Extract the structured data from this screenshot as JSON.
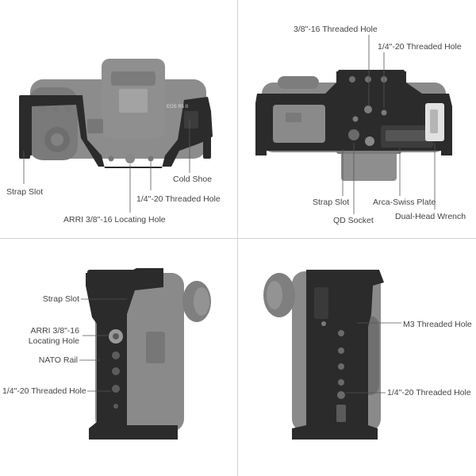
{
  "panels": {
    "top_left": {
      "labels": {
        "strap_slot": "Strap Slot",
        "cold_shoe": "Cold Shoe",
        "quarter_hole": "1/4\"-20 Threaded Hole",
        "arri_hole": "ARRI 3/8\"-16 Locating Hole"
      },
      "camera_badge": "EOS R5 II"
    },
    "top_right": {
      "labels": {
        "three_eighths_hole": "3/8\"-16 Threaded Hole",
        "quarter_hole": "1/4\"-20 Threaded Hole",
        "strap_slot": "Strap Slot",
        "qd_socket": "QD Socket",
        "arca_plate": "Arca-Swiss Plate",
        "dual_wrench": "Dual-Head Wrench"
      }
    },
    "bottom_left": {
      "labels": {
        "strap_slot": "Strap Slot",
        "arri_hole_line1": "ARRI 3/8\"-16",
        "arri_hole_line2": "Locating Hole",
        "nato_rail": "NATO Rail",
        "quarter_hole": "1/4\"-20 Threaded Hole"
      }
    },
    "bottom_right": {
      "labels": {
        "m3_hole": "M3 Threaded Hole",
        "quarter_hole": "1/4\"-20 Threaded Hole"
      }
    }
  },
  "colors": {
    "cage": "#2a2a2a",
    "camera": "#8a8a8a",
    "camera_dark": "#6f6f6f",
    "leader": "#555555",
    "text": "#444444",
    "divider": "#d2d2d2"
  }
}
